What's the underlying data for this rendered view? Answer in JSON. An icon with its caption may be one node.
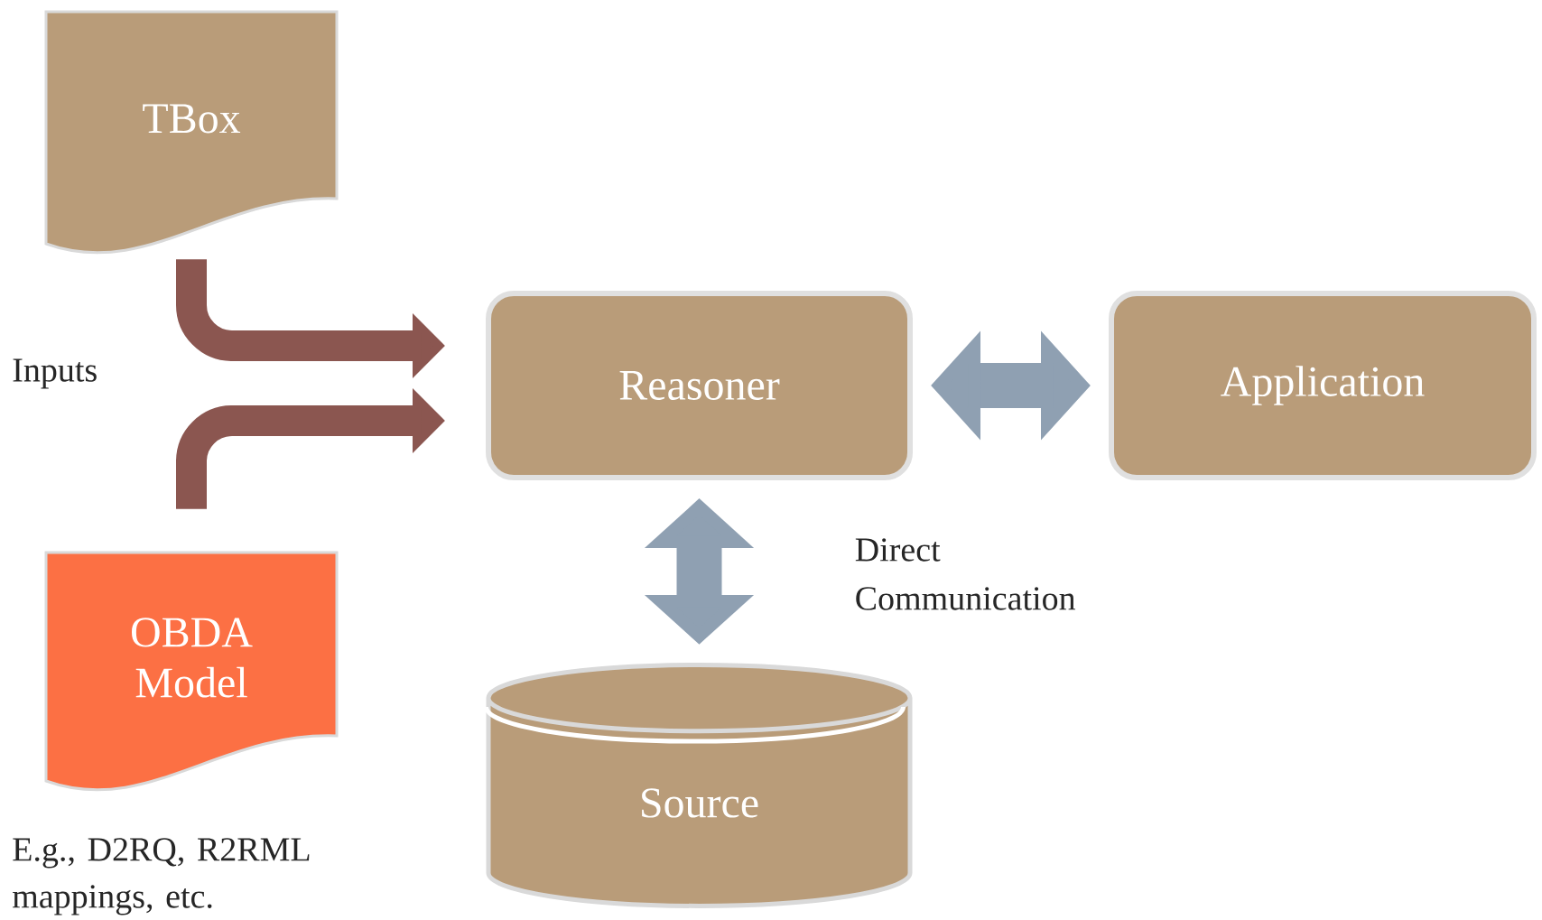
{
  "diagram": {
    "nodes": [
      {
        "text": [
          "TBox"
        ]
      },
      {
        "text": [
          "OBDA Model"
        ],
        "beside": [
          "E.g., D2RQ, R2RML mappings, etc."
        ]
      },
      {
        "text": [
          "Reasoner"
        ]
      },
      {
        "text": [
          "Application"
        ]
      },
      {
        "text": [
          "Source"
        ]
      }
    ],
    "edges": [
      {
        "from": 0,
        "to": 2,
        "arrow": "to",
        "color": "#8b5650"
      },
      {
        "from": 1,
        "to": 2,
        "arrow": "to",
        "color": "#8b5650"
      },
      {
        "from": 2,
        "to": 3,
        "arrow": "both",
        "color": "#8fa0b2"
      },
      {
        "from": 2,
        "to": 4,
        "arrow": "both",
        "color": "#8fa0b2",
        "label": "Direct Communication"
      }
    ],
    "labels": [
      "Inputs"
    ]
  }
}
